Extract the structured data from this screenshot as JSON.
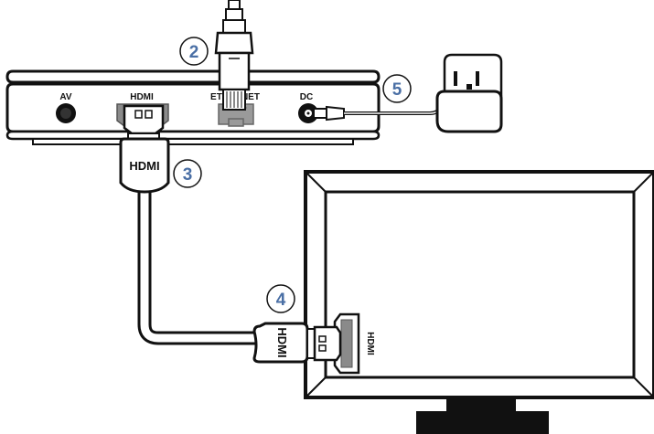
{
  "ports": {
    "av": "AV",
    "hdmi": "HDMI",
    "ethernet": "ETHERNET",
    "dc": "DC"
  },
  "plug_labels": {
    "box_plug": "HDMI",
    "tv_plug": "HDMI",
    "tv_port": "HDMI"
  },
  "steps": [
    "2",
    "3",
    "4",
    "5"
  ],
  "colors": {
    "step_number": "#4a6fa5",
    "ink": "#111111",
    "port_gray": "#8a8a8a",
    "ethernet_gray": "#9a9a9a"
  }
}
